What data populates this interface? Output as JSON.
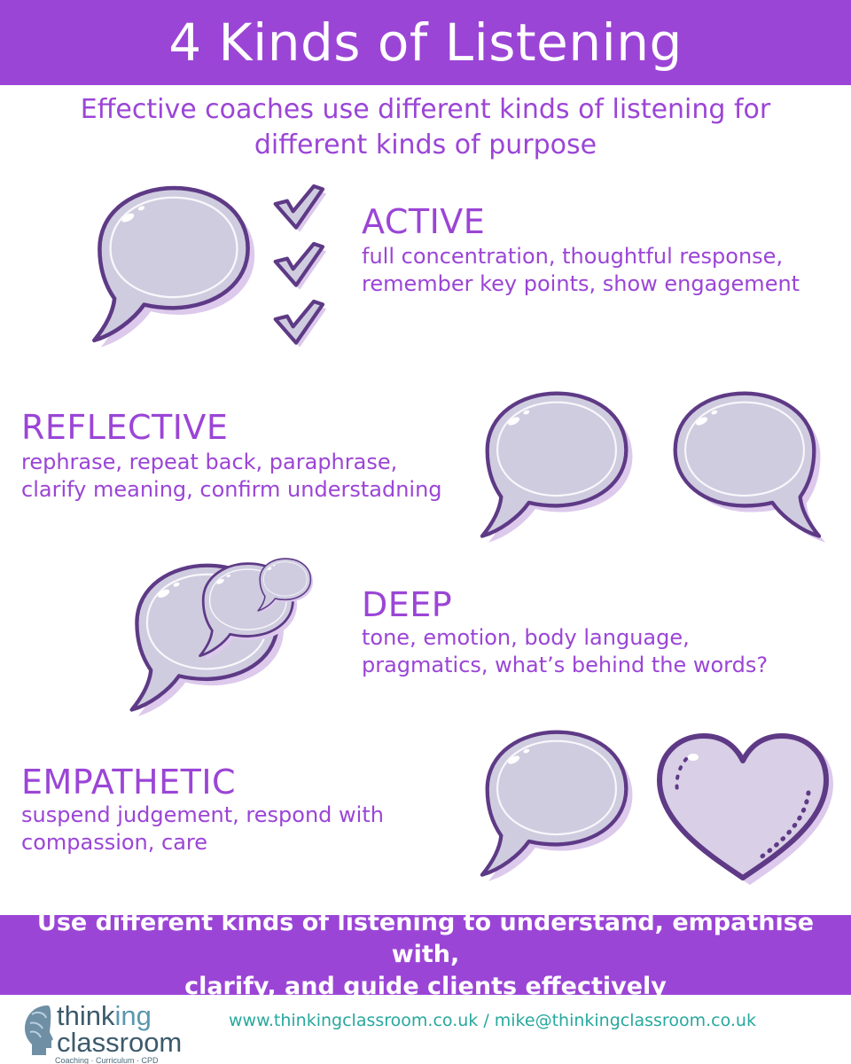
{
  "header": {
    "title": "4 Kinds of Listening"
  },
  "subtitle": "Effective coaches use different kinds of listening for\ndifferent kinds of purpose",
  "sections": [
    {
      "title": "ACTIVE",
      "desc": "full concentration, thoughtful response,\nremember key points, show engagement"
    },
    {
      "title": "REFLECTIVE",
      "desc": "rephrase, repeat back, paraphrase,\nclarify meaning, confirm understadning"
    },
    {
      "title": "DEEP",
      "desc": "tone, emotion, body language,\npragmatics, what’s behind the words?"
    },
    {
      "title": "EMPATHETIC",
      "desc": "suspend judgement, respond with\ncompassion, care"
    }
  ],
  "banner": {
    "text": "Use different kinds of listening to understand, empathise with,\nclarify, and guide clients effectively"
  },
  "footer": {
    "logo_word_1a": "think",
    "logo_word_1b": "ing",
    "logo_word_2": "classroom",
    "logo_tagline": "Coaching · Curriculum · CPD",
    "contact": "www.thinkingclassroom.co.uk / mike@thinkingclassroom.co.uk"
  },
  "colors": {
    "accent": "#9b45d6",
    "bubble_fill": "#cfcce0",
    "bubble_outline": "#5e3a86",
    "shadow": "#dcc9ec",
    "footer_text": "#27a89e"
  },
  "icons": [
    "speech-bubble-icon",
    "checkmark-icon",
    "heart-icon",
    "brain-head-icon"
  ]
}
